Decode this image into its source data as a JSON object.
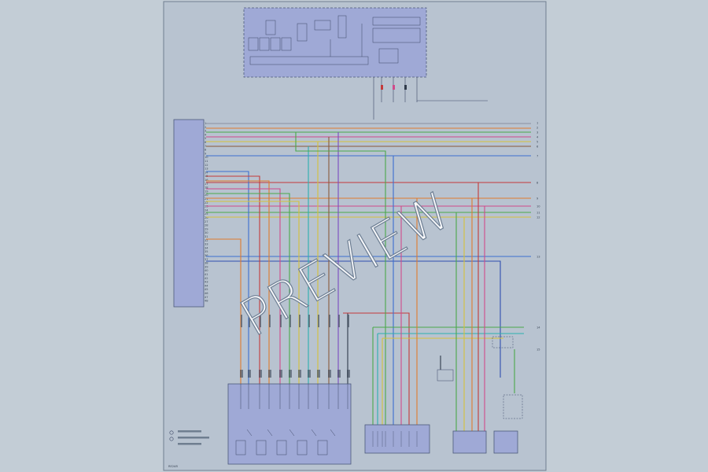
{
  "diagram": {
    "background": "#c3cdd6",
    "sheet_color": "#b8c3d0",
    "module_color": "#9fa9d6",
    "watermark": "PREVIEW",
    "page_code": "RE2AR",
    "left_pins": [
      "1",
      "2",
      "3",
      "4",
      "5",
      "6",
      "7",
      "8",
      "9",
      "10",
      "11",
      "12",
      "13",
      "14",
      "15",
      "16",
      "17",
      "18",
      "19",
      "20",
      "21",
      "22",
      "23",
      "24",
      "25",
      "26",
      "27",
      "28",
      "29",
      "30",
      "31",
      "32",
      "33",
      "34",
      "35",
      "36",
      "37",
      "38",
      "39",
      "40",
      "41",
      "42",
      "43",
      "44",
      "45",
      "46",
      "47",
      "48"
    ],
    "right_pins": [
      "1",
      "2",
      "3",
      "4",
      "5",
      "6",
      "7",
      "8",
      "9",
      "10",
      "11",
      "12",
      "13",
      "14",
      "15"
    ],
    "wires": [
      {
        "name": "wire-1",
        "color": "#8a8fa0"
      },
      {
        "name": "wire-2",
        "color": "#e07b2e"
      },
      {
        "name": "wire-3",
        "color": "#4aa84a"
      },
      {
        "name": "wire-4",
        "color": "#d04a8a"
      },
      {
        "name": "wire-5",
        "color": "#d6c23a"
      },
      {
        "name": "wire-6",
        "color": "#8a5a3a"
      },
      {
        "name": "wire-7",
        "color": "#3b6fd0"
      },
      {
        "name": "wire-8",
        "color": "#c43a3a"
      },
      {
        "name": "wire-9",
        "color": "#2bb0b0"
      },
      {
        "name": "wire-10",
        "color": "#7a4ac0"
      }
    ]
  }
}
